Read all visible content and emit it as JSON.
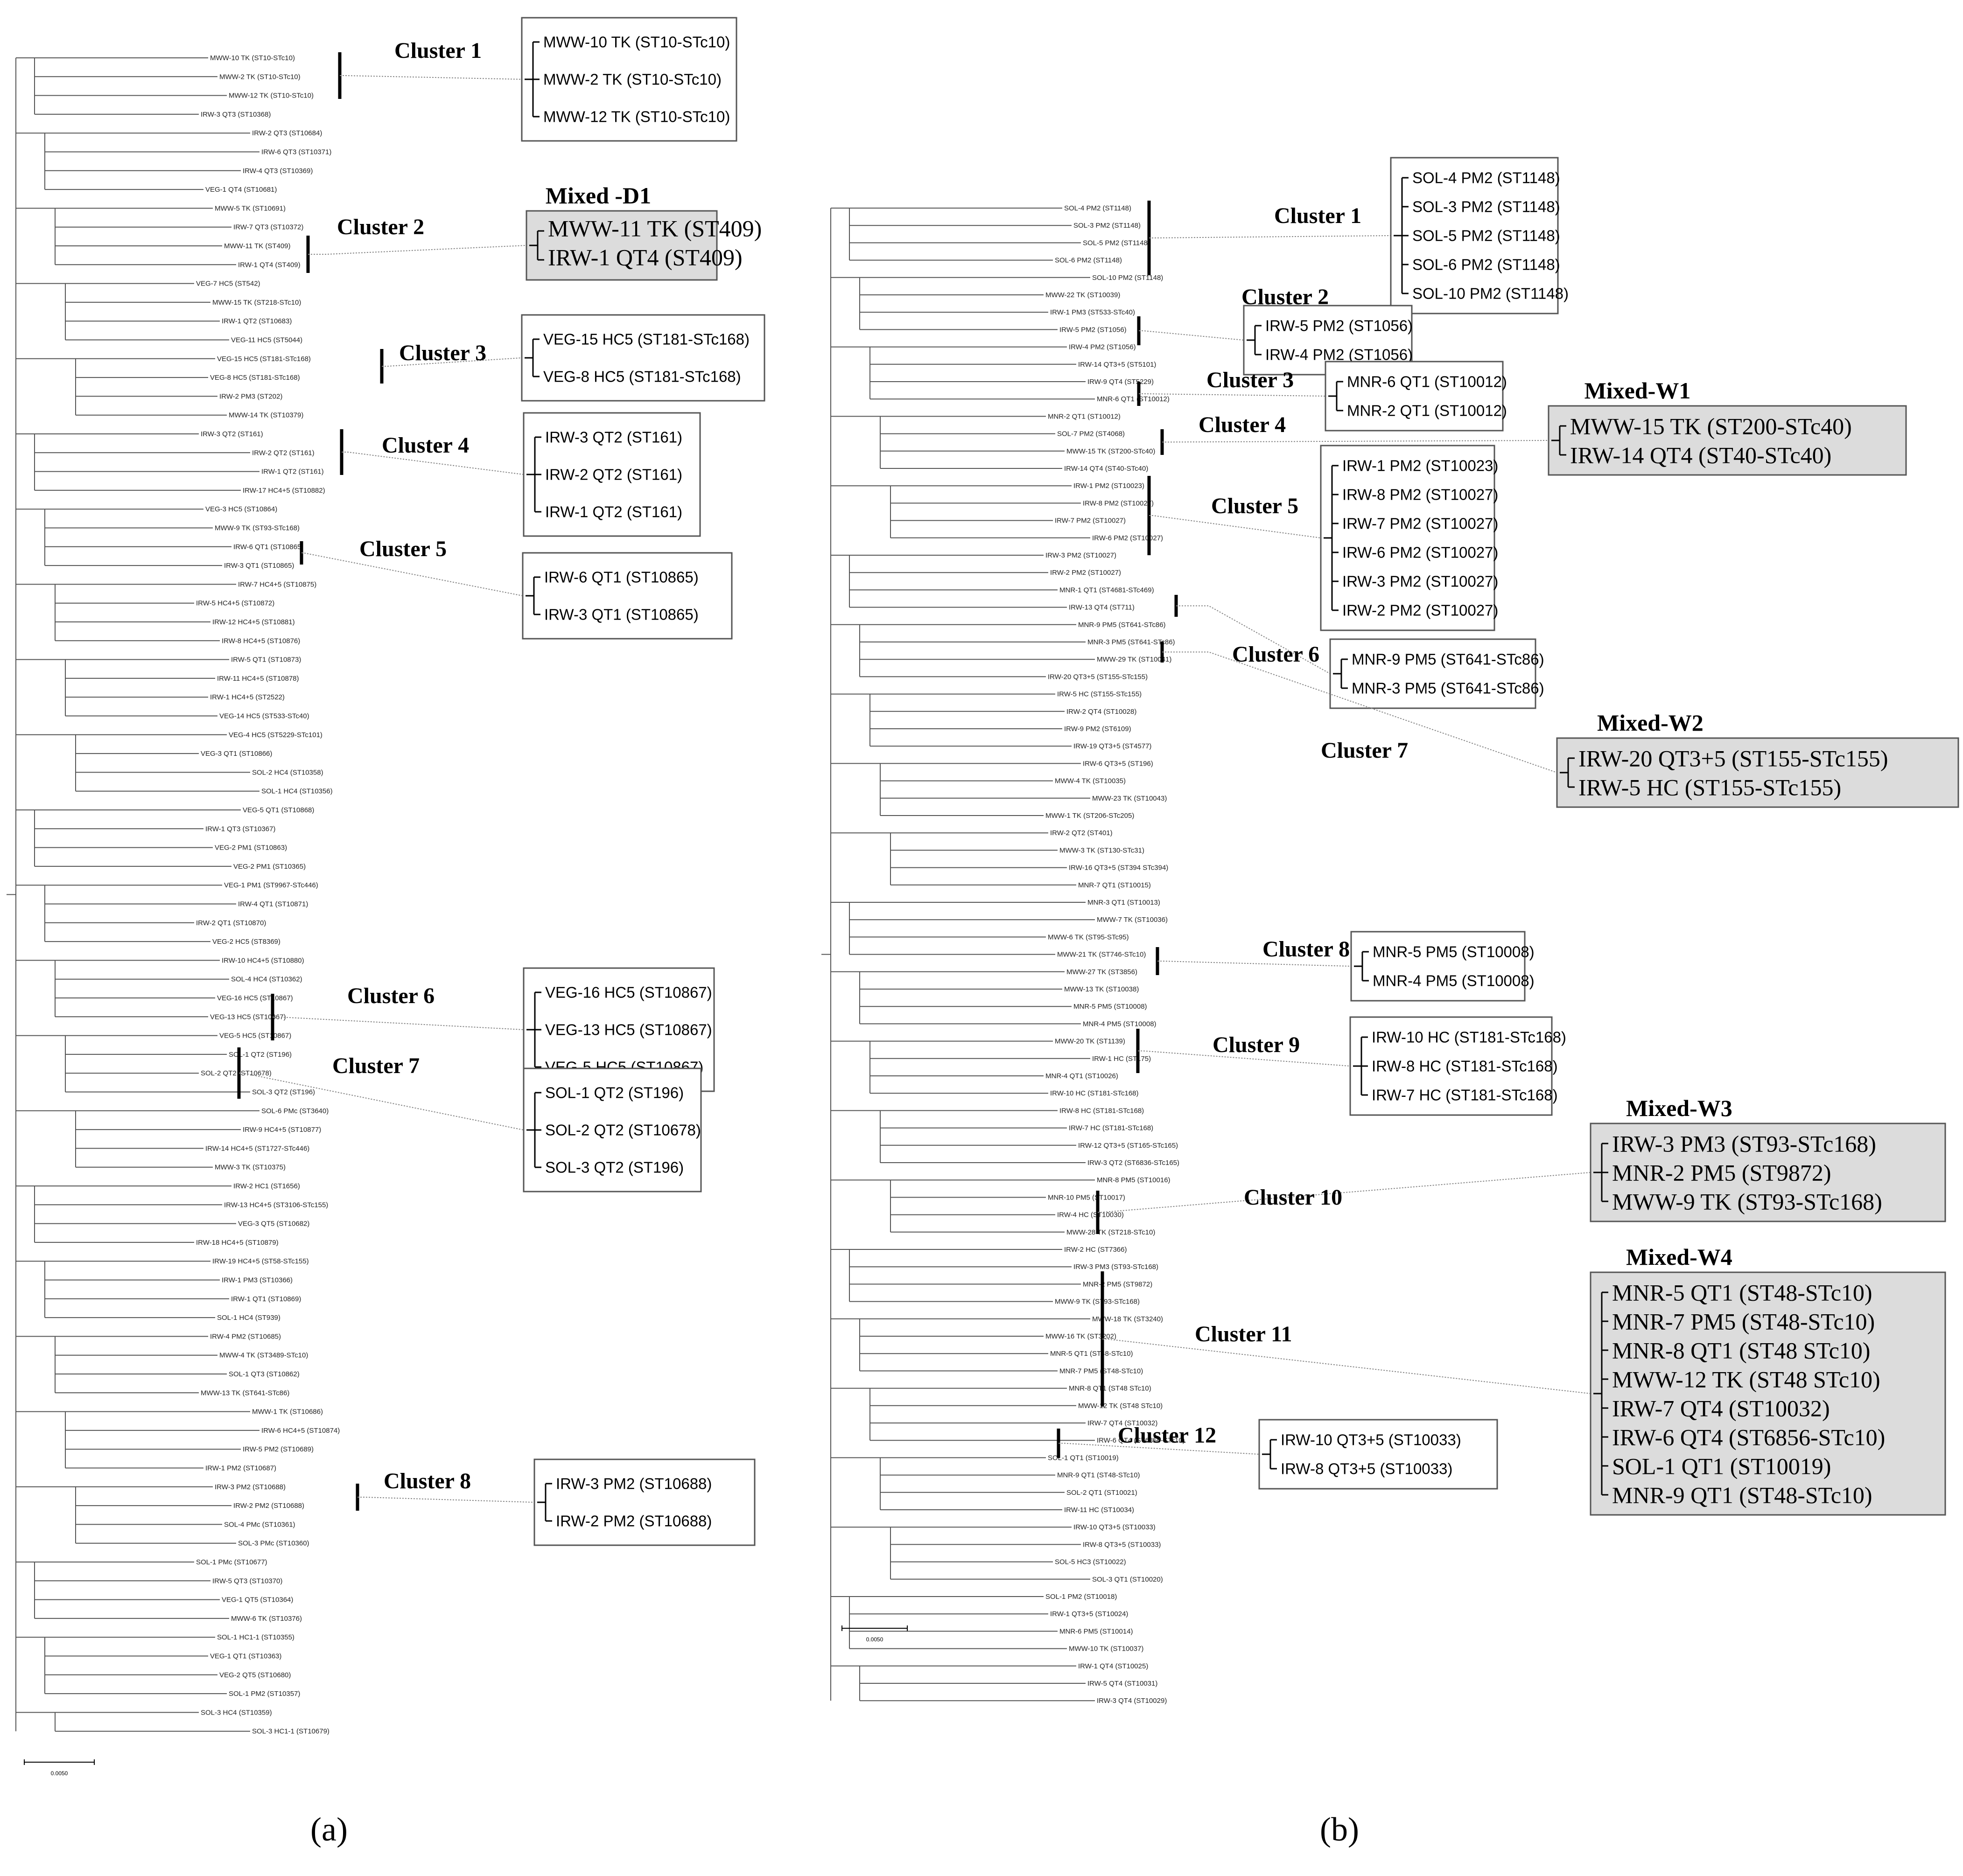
{
  "panels": {
    "a": {
      "label": "(a)",
      "scale": "0.0050",
      "leaves": [
        "MWW-10 TK (ST10-STc10)",
        "MWW-2 TK (ST10-STc10)",
        "MWW-12 TK (ST10-STc10)",
        "IRW-3 QT3 (ST10368)",
        "IRW-2 QT3 (ST10684)",
        "IRW-6 QT3 (ST10371)",
        "IRW-4 QT3 (ST10369)",
        "VEG-1 QT4 (ST10681)",
        "MWW-5 TK (ST10691)",
        "IRW-7 QT3 (ST10372)",
        "MWW-11 TK (ST409)",
        "IRW-1 QT4 (ST409)",
        "VEG-7 HC5 (ST542)",
        "MWW-15 TK (ST218-STc10)",
        "IRW-1 QT2 (ST10683)",
        "VEG-11 HC5 (ST5044)",
        "VEG-15 HC5 (ST181-STc168)",
        "VEG-8 HC5 (ST181-STc168)",
        "IRW-2 PM3 (ST202)",
        "MWW-14 TK (ST10379)",
        "IRW-3 QT2 (ST161)",
        "IRW-2 QT2 (ST161)",
        "IRW-1 QT2 (ST161)",
        "IRW-17 HC4+5 (ST10882)",
        "VEG-3 HC5 (ST10864)",
        "MWW-9 TK (ST93-STc168)",
        "IRW-6 QT1 (ST10865)",
        "IRW-3 QT1 (ST10865)",
        "IRW-7 HC4+5 (ST10875)",
        "IRW-5 HC4+5 (ST10872)",
        "IRW-12 HC4+5 (ST10881)",
        "IRW-8 HC4+5 (ST10876)",
        "IRW-5 QT1 (ST10873)",
        "IRW-11 HC4+5 (ST10878)",
        "IRW-1 HC4+5 (ST2522)",
        "VEG-14 HC5 (ST533-STc40)",
        "VEG-4 HC5 (ST5229-STc101)",
        "VEG-3 QT1 (ST10866)",
        "SOL-2 HC4 (ST10358)",
        "SOL-1 HC4 (ST10356)",
        "VEG-5 QT1 (ST10868)",
        "IRW-1 QT3 (ST10367)",
        "VEG-2 PM1 (ST10863)",
        "VEG-2 PM1 (ST10365)",
        "VEG-1 PM1 (ST9967-STc446)",
        "IRW-4 QT1 (ST10871)",
        "IRW-2 QT1 (ST10870)",
        "VEG-2 HC5 (ST8369)",
        "IRW-10 HC4+5 (ST10880)",
        "SOL-4 HC4 (ST10362)",
        "VEG-16 HC5 (ST10867)",
        "VEG-13 HC5 (ST10867)",
        "VEG-5 HC5 (ST10867)",
        "SOL-1 QT2 (ST196)",
        "SOL-2 QT2 (ST10678)",
        "SOL-3 QT2 (ST196)",
        "SOL-6 PMc (ST3640)",
        "IRW-9 HC4+5 (ST10877)",
        "IRW-14 HC4+5 (ST1727-STc446)",
        "MWW-3 TK (ST10375)",
        "IRW-2 HC1 (ST1656)",
        "IRW-13 HC4+5 (ST3106-STc155)",
        "VEG-3 QT5 (ST10682)",
        "IRW-18 HC4+5 (ST10879)",
        "IRW-19 HC4+5 (ST58-STc155)",
        "IRW-1 PM3 (ST10366)",
        "IRW-1 QT1 (ST10869)",
        "SOL-1 HC4 (ST939)",
        "IRW-4 PM2 (ST10685)",
        "MWW-4 TK (ST3489-STc10)",
        "SOL-1 QT3 (ST10862)",
        "MWW-13 TK (ST641-STc86)",
        "MWW-1 TK (ST10686)",
        "IRW-6 HC4+5 (ST10874)",
        "IRW-5 PM2 (ST10689)",
        "IRW-1 PM2 (ST10687)",
        "IRW-3 PM2 (ST10688)",
        "IRW-2 PM2 (ST10688)",
        "SOL-4 PMc (ST10361)",
        "SOL-3 PMc (ST10360)",
        "SOL-1 PMc (ST10677)",
        "IRW-5 QT3 (ST10370)",
        "VEG-1 QT5 (ST10364)",
        "MWW-6 TK (ST10376)",
        "SOL-1 HC1-1 (ST10355)",
        "VEG-1 QT1 (ST10363)",
        "VEG-2 QT5 (ST10680)",
        "SOL-1 PM2 (ST10357)",
        "SOL-3 HC4 (ST10359)",
        "SOL-3 HC1-1 (ST10679)"
      ],
      "clusters": [
        {
          "label": "Cluster 1",
          "items": [
            "MWW-10 TK (ST10-STc10)",
            "MWW-2 TK (ST10-STc10)",
            "MWW-12 TK (ST10-STc10)"
          ]
        },
        {
          "label": "Cluster 2",
          "mixed_title": "Mixed -D1",
          "items": [
            "MWW-11 TK (ST409)",
            "IRW-1 QT4 (ST409)"
          ]
        },
        {
          "label": "Cluster 3",
          "items": [
            "VEG-15 HC5 (ST181-STc168)",
            "VEG-8 HC5 (ST181-STc168)"
          ]
        },
        {
          "label": "Cluster 4",
          "items": [
            "IRW-3 QT2 (ST161)",
            "IRW-2 QT2 (ST161)",
            "IRW-1 QT2 (ST161)"
          ]
        },
        {
          "label": "Cluster 5",
          "items": [
            "IRW-6 QT1 (ST10865)",
            "IRW-3 QT1 (ST10865)"
          ]
        },
        {
          "label": "Cluster 6",
          "items": [
            "VEG-16 HC5 (ST10867)",
            "VEG-13 HC5 (ST10867)",
            "VEG-5 HC5 (ST10867)"
          ]
        },
        {
          "label": "Cluster 7",
          "items": [
            "SOL-1 QT2 (ST196)",
            "SOL-2 QT2 (ST10678)",
            "SOL-3 QT2 (ST196)"
          ]
        },
        {
          "label": "Cluster 8",
          "items": [
            "IRW-3 PM2 (ST10688)",
            "IRW-2 PM2 (ST10688)"
          ]
        }
      ]
    },
    "b": {
      "label": "(b)",
      "scale": "0.0050",
      "leaves": [
        "SOL-4 PM2 (ST1148)",
        "SOL-3 PM2 (ST1148)",
        "SOL-5 PM2 (ST1148)",
        "SOL-6 PM2 (ST1148)",
        "SOL-10 PM2 (ST1148)",
        "MWW-22 TK (ST10039)",
        "IRW-1 PM3 (ST533-STc40)",
        "IRW-5 PM2 (ST1056)",
        "IRW-4 PM2 (ST1056)",
        "IRW-14 QT3+5 (ST5101)",
        "IRW-9 QT4 (ST5229)",
        "MNR-6 QT1 (ST10012)",
        "MNR-2 QT1 (ST10012)",
        "SOL-7 PM2 (ST4068)",
        "MWW-15 TK (ST200-STc40)",
        "IRW-14 QT4 (ST40-STc40)",
        "IRW-1 PM2 (ST10023)",
        "IRW-8 PM2 (ST10027)",
        "IRW-7 PM2 (ST10027)",
        "IRW-6 PM2 (ST10027)",
        "IRW-3 PM2 (ST10027)",
        "IRW-2 PM2 (ST10027)",
        "MNR-1 QT1 (ST4681-STc469)",
        "IRW-13 QT4 (ST711)",
        "MNR-9 PM5 (ST641-STc86)",
        "MNR-3 PM5 (ST641-STc86)",
        "MWW-29 TK (ST10041)",
        "IRW-20 QT3+5 (ST155-STc155)",
        "IRW-5 HC (ST155-STc155)",
        "IRW-2 QT4 (ST10028)",
        "IRW-9 PM2 (ST6109)",
        "IRW-19 QT3+5 (ST4577)",
        "IRW-6 QT3+5 (ST196)",
        "MWW-4 TK (ST10035)",
        "MWW-23 TK (ST10043)",
        "MWW-1 TK (ST206-STc205)",
        "IRW-2 QT2 (ST401)",
        "MWW-3 TK (ST130-STc31)",
        "IRW-16 QT3+5 (ST394 STc394)",
        "MNR-7 QT1 (ST10015)",
        "MNR-3 QT1 (ST10013)",
        "MWW-7 TK (ST10036)",
        "MWW-6 TK (ST95-STc95)",
        "MWW-21 TK (ST746-STc10)",
        "MWW-27 TK (ST3856)",
        "MWW-13 TK (ST10038)",
        "MNR-5 PM5 (ST10008)",
        "MNR-4 PM5 (ST10008)",
        "MWW-20 TK (ST1139)",
        "IRW-1 HC (ST175)",
        "MNR-4 QT1 (ST10026)",
        "IRW-10 HC (ST181-STc168)",
        "IRW-8 HC (ST181-STc168)",
        "IRW-7 HC (ST181-STc168)",
        "IRW-12 QT3+5 (ST165-STc165)",
        "IRW-3 QT2 (ST6836-STc165)",
        "MNR-8 PM5 (ST10016)",
        "MNR-10 PM5 (ST10017)",
        "IRW-4 HC (ST10030)",
        "MWW-28 TK (ST218-STc10)",
        "IRW-2 HC (ST7366)",
        "IRW-3 PM3 (ST93-STc168)",
        "MNR-2 PM5 (ST9872)",
        "MWW-9 TK (ST93-STc168)",
        "MWW-18 TK (ST3240)",
        "MWW-16 TK (ST3202)",
        "MNR-5 QT1 (ST48-STc10)",
        "MNR-7 PM5 (ST48-STc10)",
        "MNR-8 QT1 (ST48 STc10)",
        "MWW-12 TK (ST48 STc10)",
        "IRW-7 QT4 (ST10032)",
        "IRW-6 QT4 (ST6856-STc10)",
        "SOL-1 QT1 (ST10019)",
        "MNR-9 QT1 (ST48-STc10)",
        "SOL-2 QT1 (ST10021)",
        "IRW-11 HC (ST10034)",
        "IRW-10 QT3+5 (ST10033)",
        "IRW-8 QT3+5 (ST10033)",
        "SOL-5 HC3 (ST10022)",
        "SOL-3 QT1 (ST10020)",
        "SOL-1 PM2 (ST10018)",
        "IRW-1 QT3+5 (ST10024)",
        "MNR-6 PM5 (ST10014)",
        "MWW-10 TK (ST10037)",
        "IRW-1 QT4 (ST10025)",
        "IRW-5 QT4 (ST10031)",
        "IRW-3 QT4 (ST10029)"
      ],
      "clusters": [
        {
          "label": "Cluster 1",
          "items": [
            "SOL-4 PM2 (ST1148)",
            "SOL-3 PM2 (ST1148)",
            "SOL-5 PM2 (ST1148)",
            "SOL-6 PM2 (ST1148)",
            "SOL-10 PM2 (ST1148)"
          ]
        },
        {
          "label": "Cluster 2",
          "items": [
            "IRW-5 PM2 (ST1056)",
            "IRW-4 PM2 (ST1056)"
          ]
        },
        {
          "label": "Cluster 3",
          "items": [
            "MNR-6 QT1 (ST10012)",
            "MNR-2 QT1 (ST10012)"
          ]
        },
        {
          "label": "Cluster 4",
          "mixed_title": "Mixed-W1",
          "items": [
            "MWW-15 TK (ST200-STc40)",
            "IRW-14 QT4 (ST40-STc40)"
          ]
        },
        {
          "label": "Cluster 5",
          "items": [
            "IRW-1 PM2 (ST10023)",
            "IRW-8 PM2 (ST10027)",
            "IRW-7 PM2 (ST10027)",
            "IRW-6 PM2 (ST10027)",
            "IRW-3 PM2 (ST10027)",
            "IRW-2 PM2 (ST10027)"
          ]
        },
        {
          "label": "Cluster 6",
          "items": [
            "MNR-9 PM5 (ST641-STc86)",
            "MNR-3 PM5 (ST641-STc86)"
          ]
        },
        {
          "label": "Cluster 7",
          "mixed_title": "Mixed-W2",
          "items": [
            "IRW-20 QT3+5 (ST155-STc155)",
            "IRW-5 HC (ST155-STc155)"
          ]
        },
        {
          "label": "Cluster 8",
          "items": [
            "MNR-5 PM5 (ST10008)",
            "MNR-4 PM5 (ST10008)"
          ]
        },
        {
          "label": "Cluster 9",
          "items": [
            "IRW-10 HC (ST181-STc168)",
            "IRW-8 HC (ST181-STc168)",
            "IRW-7 HC (ST181-STc168)"
          ]
        },
        {
          "label": "Cluster 10",
          "mixed_title": "Mixed-W3",
          "items": [
            "IRW-3 PM3 (ST93-STc168)",
            "MNR-2 PM5 (ST9872)",
            "MWW-9 TK (ST93-STc168)"
          ]
        },
        {
          "label": "Cluster 11",
          "mixed_title": "Mixed-W4",
          "items": [
            "MNR-5 QT1 (ST48-STc10)",
            "MNR-7 PM5 (ST48-STc10)",
            "MNR-8 QT1 (ST48 STc10)",
            "MWW-12 TK (ST48 STc10)",
            "IRW-7 QT4 (ST10032)",
            "IRW-6 QT4 (ST6856-STc10)",
            "SOL-1 QT1 (ST10019)",
            "MNR-9 QT1 (ST48-STc10)"
          ]
        },
        {
          "label": "Cluster 12",
          "items": [
            "IRW-10 QT3+5 (ST10033)",
            "IRW-8 QT3+5 (ST10033)"
          ]
        }
      ]
    }
  }
}
